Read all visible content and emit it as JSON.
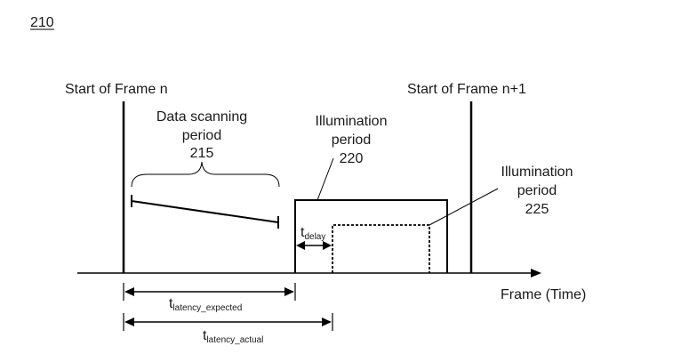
{
  "figure_number": "210",
  "labels": {
    "start_frame_n": "Start of Frame n",
    "start_frame_n1": "Start of Frame n+1",
    "data_scanning": [
      "Data scanning",
      "period",
      "215"
    ],
    "illumination_220": [
      "Illumination",
      "period",
      "220"
    ],
    "illumination_225": [
      "Illumination",
      "period",
      "225"
    ],
    "axis_label": "Frame (Time)",
    "t_delay": {
      "base": "t",
      "sub": "delay"
    },
    "t_latency_expected": {
      "base": "t",
      "sub": "latency_expected"
    },
    "t_latency_actual": {
      "base": "t",
      "sub": "latency_actual"
    }
  },
  "colors": {
    "line": "#000000",
    "text": "#1a1a1a"
  }
}
